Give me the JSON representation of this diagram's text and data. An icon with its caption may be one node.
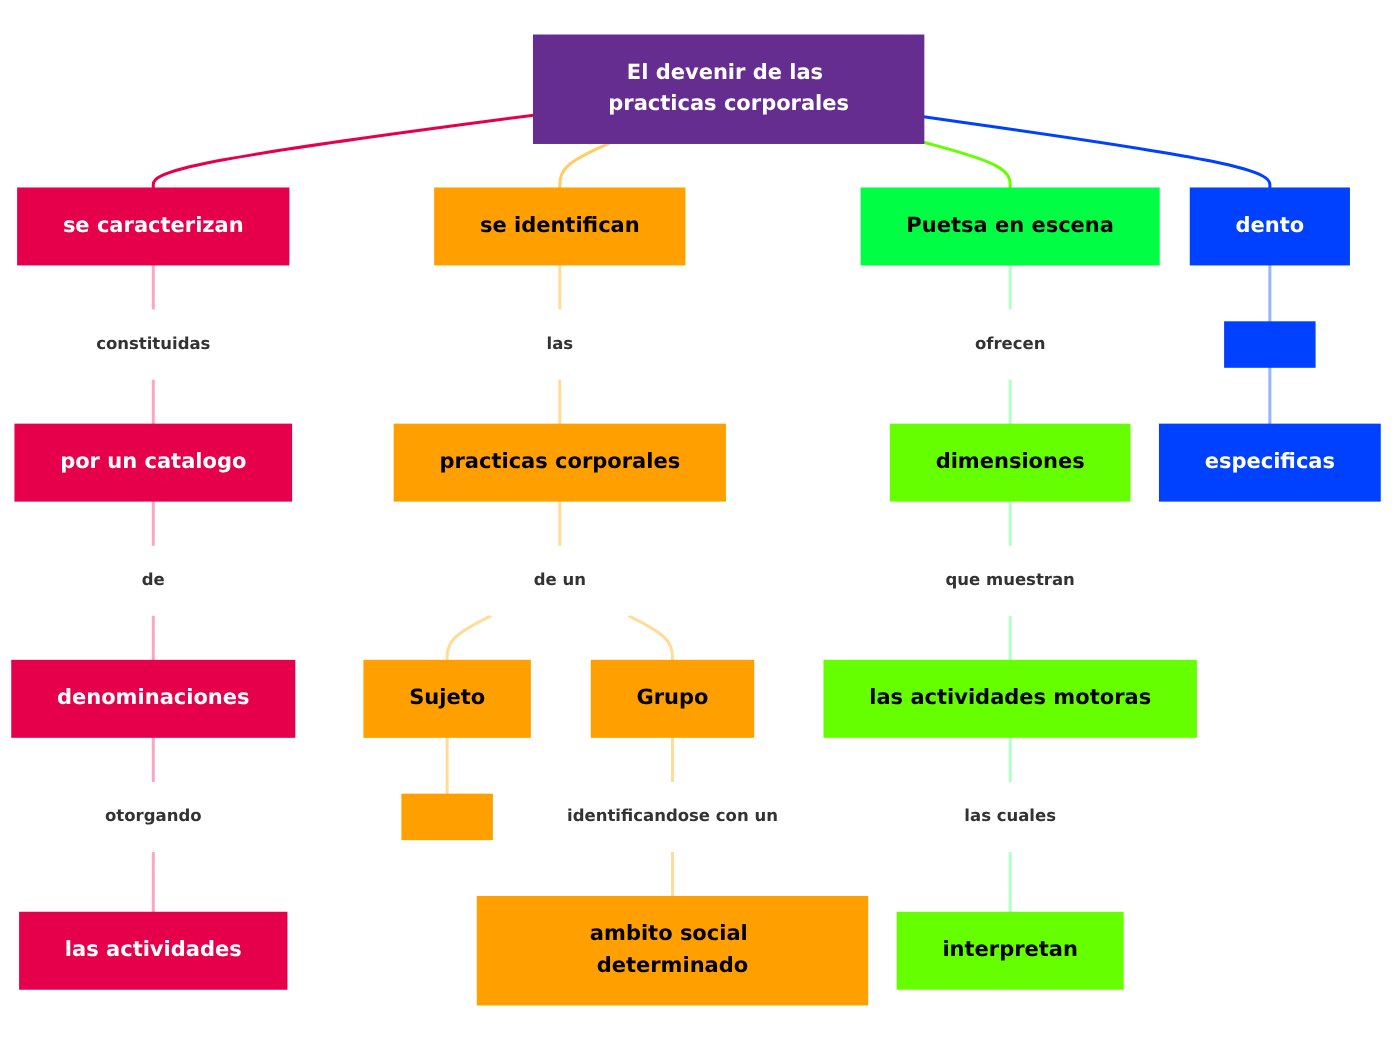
{
  "diagram": {
    "nodes": [
      {
        "text": [
          "El devenir de las practicas corporales"
        ]
      },
      {
        "text": [
          "se caracterizan"
        ]
      },
      {
        "text": [
          "constituidas"
        ]
      },
      {
        "text": [
          "por un catalogo"
        ]
      },
      {
        "text": [
          "de"
        ]
      },
      {
        "text": [
          "denominaciones"
        ]
      },
      {
        "text": [
          "otorgando"
        ]
      },
      {
        "text": [
          "las actividades"
        ]
      },
      {
        "text": [
          "se identifican"
        ]
      },
      {
        "text": [
          "las"
        ]
      },
      {
        "text": [
          "practicas corporales"
        ]
      },
      {
        "text": [
          "de un"
        ]
      },
      {
        "text": [
          "Sujeto"
        ]
      },
      {
        "text": [
          "Grupo"
        ]
      },
      {
        "text": [],
        "shape": "bar"
      },
      {
        "text": [
          "identificandose con un"
        ]
      },
      {
        "text": [
          "ambito social determinado"
        ]
      },
      {
        "text": [
          "Puetsa en escena"
        ]
      },
      {
        "text": [
          "ofrecen"
        ]
      },
      {
        "text": [
          "dimensiones"
        ]
      },
      {
        "text": [
          "que muestran"
        ]
      },
      {
        "text": [
          "las actividades motoras"
        ]
      },
      {
        "text": [
          "las cuales"
        ]
      },
      {
        "text": [
          "interpretan"
        ]
      },
      {
        "text": [
          "dento"
        ]
      },
      {
        "text": [],
        "shape": "bar"
      },
      {
        "text": [
          "especificas"
        ]
      }
    ],
    "edges": [
      {
        "from": 0,
        "to": 1,
        "arrow": "none",
        "color": "#e6004c"
      },
      {
        "from": 1,
        "to": 2,
        "arrow": "none",
        "color": "#f7a8c4"
      },
      {
        "from": 2,
        "to": 3,
        "arrow": "none",
        "color": "#f7a8c4"
      },
      {
        "from": 3,
        "to": 4,
        "arrow": "none",
        "color": "#f7a8c4"
      },
      {
        "from": 4,
        "to": 5,
        "arrow": "none",
        "color": "#f7a8c4"
      },
      {
        "from": 5,
        "to": 6,
        "arrow": "none",
        "color": "#f7a8c4"
      },
      {
        "from": 6,
        "to": 7,
        "arrow": "none",
        "color": "#f7a8c4"
      },
      {
        "from": 0,
        "to": 8,
        "arrow": "none",
        "color": "#ffcc66"
      },
      {
        "from": 8,
        "to": 9,
        "arrow": "none",
        "color": "#ffdd99"
      },
      {
        "from": 9,
        "to": 10,
        "arrow": "none",
        "color": "#ffdd99"
      },
      {
        "from": 10,
        "to": 11,
        "arrow": "none",
        "color": "#ffdd99"
      },
      {
        "from": 11,
        "to": 12,
        "arrow": "none",
        "color": "#ffdd99"
      },
      {
        "from": 11,
        "to": 13,
        "arrow": "none",
        "color": "#ffdd99"
      },
      {
        "from": 12,
        "to": 14,
        "arrow": "none",
        "color": "#ffdd99"
      },
      {
        "from": 13,
        "to": 15,
        "arrow": "none",
        "color": "#ffdd99"
      },
      {
        "from": 15,
        "to": 16,
        "arrow": "none",
        "color": "#ffdd99"
      },
      {
        "from": 0,
        "to": 17,
        "arrow": "none",
        "color": "#66ff00"
      },
      {
        "from": 17,
        "to": 18,
        "arrow": "none",
        "color": "#b3ffc6"
      },
      {
        "from": 18,
        "to": 19,
        "arrow": "none",
        "color": "#b3ffc6"
      },
      {
        "from": 19,
        "to": 20,
        "arrow": "none",
        "color": "#b3ffc6"
      },
      {
        "from": 20,
        "to": 21,
        "arrow": "none",
        "color": "#b3ffc6"
      },
      {
        "from": 21,
        "to": 22,
        "arrow": "none",
        "color": "#b3ffc6"
      },
      {
        "from": 22,
        "to": 23,
        "arrow": "none",
        "color": "#b3ffc6"
      },
      {
        "from": 0,
        "to": 24,
        "arrow": "none",
        "color": "#0040ff"
      },
      {
        "from": 24,
        "to": 25,
        "arrow": "none",
        "color": "#99b3ff"
      },
      {
        "from": 25,
        "to": 26,
        "arrow": "none",
        "color": "#99b3ff"
      }
    ]
  }
}
